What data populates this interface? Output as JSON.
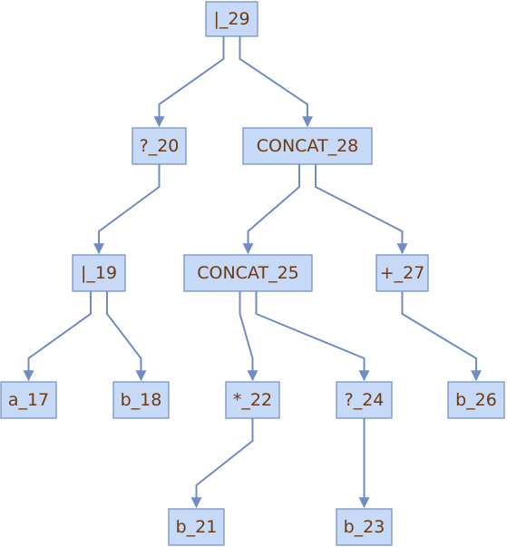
{
  "nodes": [
    {
      "id": "n29",
      "label": "|_29"
    },
    {
      "id": "n20",
      "label": "?_20"
    },
    {
      "id": "n28",
      "label": "CONCAT_28"
    },
    {
      "id": "n19",
      "label": "|_19"
    },
    {
      "id": "n25",
      "label": "CONCAT_25"
    },
    {
      "id": "n27",
      "label": "+_27"
    },
    {
      "id": "n17",
      "label": "a_17"
    },
    {
      "id": "n18",
      "label": "b_18"
    },
    {
      "id": "n22",
      "label": "*_22"
    },
    {
      "id": "n24",
      "label": "?_24"
    },
    {
      "id": "n26",
      "label": "b_26"
    },
    {
      "id": "n21",
      "label": "b_21"
    },
    {
      "id": "n23",
      "label": "b_23"
    }
  ],
  "edges": [
    {
      "from": "n29",
      "to": "n20"
    },
    {
      "from": "n29",
      "to": "n28"
    },
    {
      "from": "n20",
      "to": "n19"
    },
    {
      "from": "n28",
      "to": "n25"
    },
    {
      "from": "n28",
      "to": "n27"
    },
    {
      "from": "n19",
      "to": "n17"
    },
    {
      "from": "n19",
      "to": "n18"
    },
    {
      "from": "n25",
      "to": "n22"
    },
    {
      "from": "n25",
      "to": "n24"
    },
    {
      "from": "n27",
      "to": "n26"
    },
    {
      "from": "n22",
      "to": "n21"
    },
    {
      "from": "n24",
      "to": "n23"
    }
  ]
}
